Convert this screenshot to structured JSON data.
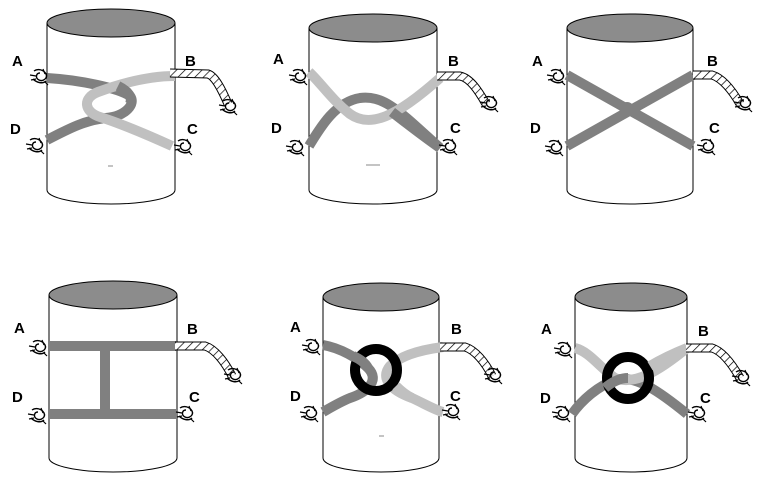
{
  "colors": {
    "background": "#ffffff",
    "cylinder_top": "#8c8c8c",
    "cylinder_outline": "#000000",
    "dark_strap": "#808080",
    "light_strap": "#c0c0c0",
    "ring": "#000000",
    "rope": "#ffffff"
  },
  "icons": {
    "rope_end": "rope-coil-icon",
    "knot": "knot-icon"
  },
  "panels": [
    {
      "id": "crossed-loop",
      "labels": {
        "a": "A",
        "b": "B",
        "c": "C",
        "d": "D"
      }
    },
    {
      "id": "crossed-dip",
      "labels": {
        "a": "A",
        "b": "B",
        "c": "C",
        "d": "D"
      }
    },
    {
      "id": "x-cross",
      "labels": {
        "a": "A",
        "b": "B",
        "c": "C",
        "d": "D"
      }
    },
    {
      "id": "h-bar",
      "labels": {
        "a": "A",
        "b": "B",
        "c": "C",
        "d": "D"
      }
    },
    {
      "id": "ring-cross",
      "labels": {
        "a": "A",
        "b": "B",
        "c": "C",
        "d": "D"
      }
    },
    {
      "id": "ring-hitch",
      "labels": {
        "a": "A",
        "b": "B",
        "c": "C",
        "d": "D"
      }
    }
  ]
}
